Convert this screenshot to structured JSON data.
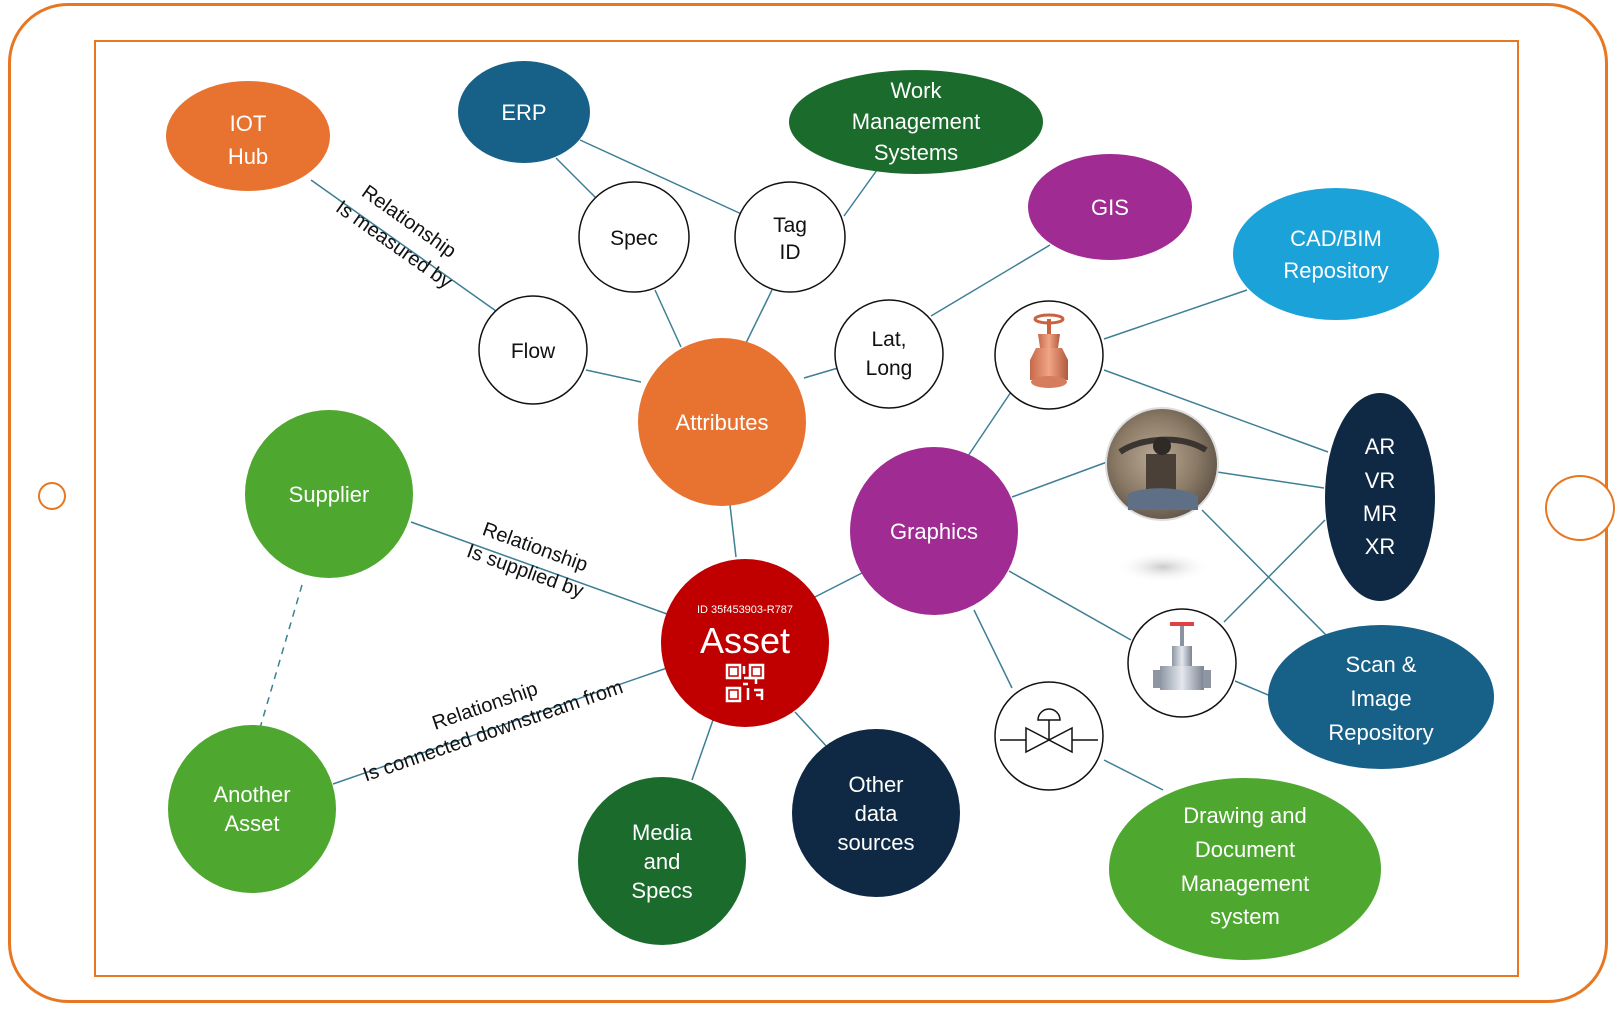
{
  "colors": {
    "frame": "#e87722",
    "line": "#3d7f95",
    "orange": "#e87330",
    "navy_blue": "#176087",
    "dark_green": "#1a6b2c",
    "purple": "#a02b93",
    "sky_blue": "#1ba2d9",
    "dark_navy": "#0f2944",
    "green": "#4ea72e",
    "red": "#c00000"
  },
  "hub": {
    "id_text": "ID 35f453903-R787",
    "title": "Asset",
    "icon": "qr-code-icon"
  },
  "nodes": {
    "attributes": "Attributes",
    "graphics": "Graphics",
    "supplier": "Supplier",
    "another_asset": [
      "Another",
      "Asset"
    ],
    "media_specs": [
      "Media",
      "and",
      "Specs"
    ],
    "other_sources": [
      "Other",
      "data",
      "sources"
    ],
    "flow": "Flow",
    "spec": "Spec",
    "tag_id": [
      "Tag",
      "ID"
    ],
    "lat_long": [
      "Lat,",
      "Long"
    ],
    "iot_hub": [
      "IOT",
      "Hub"
    ],
    "erp": "ERP",
    "work_mgmt": [
      "Work",
      "Management",
      "Systems"
    ],
    "gis": "GIS",
    "cad_bim": [
      "CAD/BIM",
      "Repository"
    ],
    "ar_vr": [
      "AR",
      "VR",
      "MR",
      "XR"
    ],
    "scan_image": [
      "Scan &",
      "Image",
      "Repository"
    ],
    "drawing_doc": [
      "Drawing and",
      "Document",
      "Management",
      "system"
    ]
  },
  "relationships": {
    "measured": [
      "Relationship",
      "Is measured by"
    ],
    "supplied": [
      "Relationship",
      "Is supplied by"
    ],
    "downstream": [
      "Relationship",
      "Is connected downstream from"
    ]
  },
  "graphics_icons": [
    "valve-render-icon",
    "valve-photo-icon",
    "gate-valve-icon",
    "valve-symbol-icon"
  ]
}
